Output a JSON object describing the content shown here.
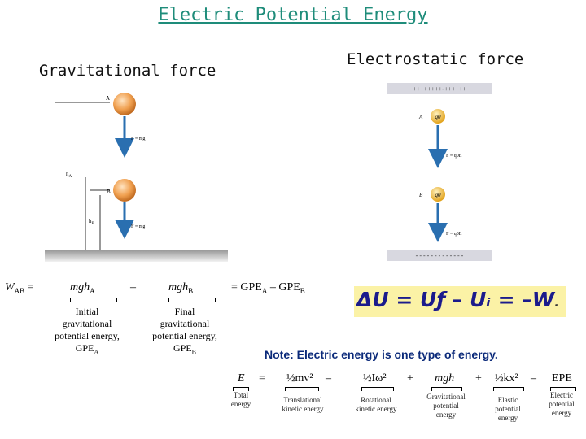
{
  "title": "Electric Potential Energy",
  "gravitational": {
    "heading": "Gravitational force",
    "labels": {
      "a": "A",
      "b": "B",
      "ha": "h",
      "ha_sub": "A",
      "hb": "h",
      "hb_sub": "B",
      "force1": "F = mg",
      "force2": "F = mg"
    }
  },
  "electrostatic": {
    "heading": "Electrostatic force",
    "plus_plate": "++++++++-++++++",
    "minus_plate": "- - - - - - - - - - - - -",
    "labels": {
      "a": "A",
      "b": "B",
      "q1": "q0",
      "q2": "q0",
      "force1": "F = q0E",
      "force2": "F = q0E"
    }
  },
  "work_equation": {
    "lhs": "W",
    "lhs_sub": "AB",
    "eq": "=",
    "term1": "mgh",
    "term1_sub": "A",
    "minus": "–",
    "term2": "mgh",
    "term2_sub": "B",
    "rhs": "= GPE",
    "rhs_sub_a": "A",
    "rhs_minus": "– GPE",
    "rhs_sub_b": "B",
    "note1_lines": [
      "Initial",
      "gravitational",
      "potential energy,"
    ],
    "note1_gpe": "GPE",
    "note1_sub": "A",
    "note2_lines": [
      "Final",
      "gravitational",
      "potential energy,"
    ],
    "note2_gpe": "GPE",
    "note2_sub": "B"
  },
  "delta_u": "ΔU = Uƒ – Uᵢ = –W",
  "delta_u_dot": ".",
  "note": "Note: Electric energy is one type of energy.",
  "energy_equation": {
    "e": "E",
    "eq": "=",
    "t1": "½mv²",
    "minus1": "–",
    "t2": "½Iω²",
    "plus1": "+",
    "t3": "mgh",
    "plus2": "+",
    "t4": "½kx²",
    "minus2": "–",
    "t5": "EPE",
    "captions": [
      [
        "Total",
        "energy"
      ],
      [
        "Translational",
        "kinetic energy"
      ],
      [
        "Rotational",
        "kinetic energy"
      ],
      [
        "Gravitational",
        "potential",
        "energy"
      ],
      [
        "Elastic",
        "potential",
        "energy"
      ],
      [
        "Electric",
        "potential",
        "energy"
      ]
    ]
  },
  "colors": {
    "title": "#1e8c7a",
    "note": "#0b2a7a",
    "highlight": "#fbf2a6",
    "delta_u": "#1b1b8c",
    "ball": "#f0a050",
    "arrow": "#2a6fb0"
  }
}
